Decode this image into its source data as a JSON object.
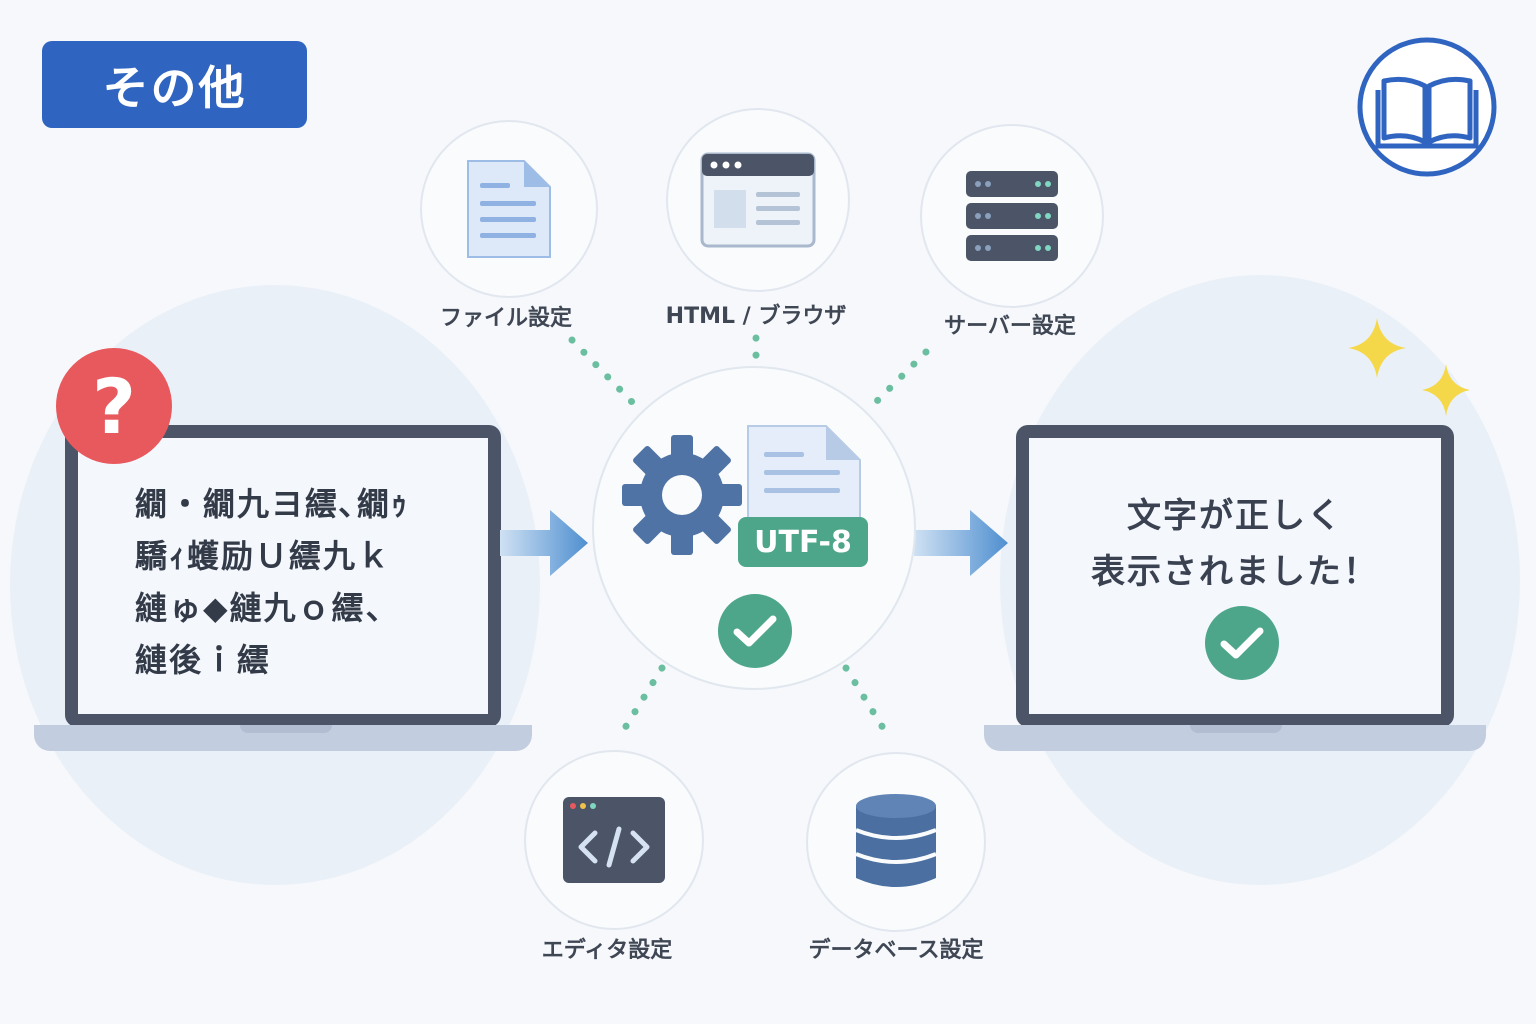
{
  "title": "その他",
  "nodes": [
    {
      "label": "ファイル設定",
      "icon": "document-icon"
    },
    {
      "label": "HTML / ブラウザ",
      "icon": "browser-window-icon"
    },
    {
      "label": "サーバー設定",
      "icon": "server-icon"
    },
    {
      "label": "エディタ設定",
      "icon": "code-editor-icon"
    },
    {
      "label": "データベース設定",
      "icon": "database-icon"
    }
  ],
  "hub": {
    "encoding": "UTF-8",
    "icons": [
      "gear-icon",
      "document-icon",
      "check-icon"
    ]
  },
  "before": {
    "badge": "?",
    "garbled_lines": [
      "繝・繝九ヨ繧､繝ｩ",
      "驕ｨ蠖励Ｕ繧九ｋ",
      "縺ゅ◆縺九ｏ繧、",
      "縺後ｉ繧"
    ]
  },
  "after": {
    "lines": [
      "文字が正しく",
      "表示されました！"
    ]
  },
  "colors": {
    "accent": "#2f65c1",
    "success": "#4ea68a",
    "error": "#e8595e",
    "arrow": "#4f8fd0",
    "sparkle": "#f5d84a"
  }
}
